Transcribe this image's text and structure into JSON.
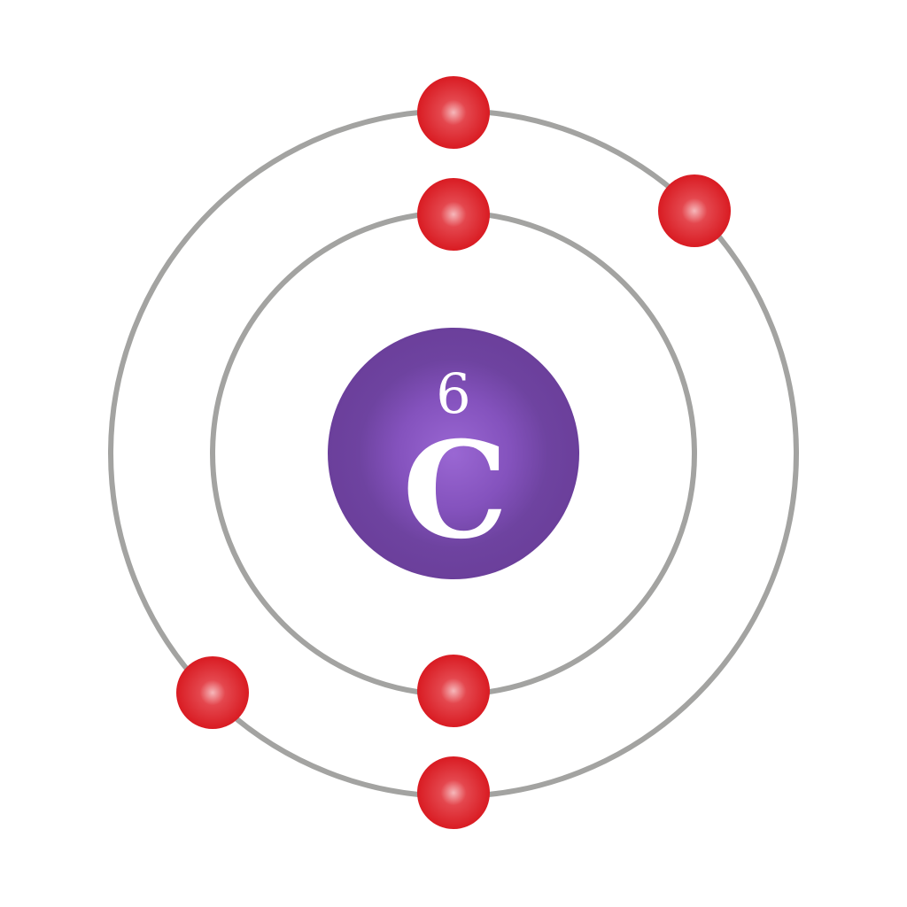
{
  "nucleus": {
    "atomic_number": "6",
    "symbol": "C",
    "color": "#6b3f9b",
    "highlight_color": "#8f5cc8"
  },
  "shells": [
    {
      "shell": "inner",
      "electron_count": 2
    },
    {
      "shell": "outer",
      "electron_count": 4
    }
  ],
  "colors": {
    "orbit": "#a3a3a1",
    "electron": "#d91b22",
    "electron_highlight": "#f2a8ac",
    "background": "#ffffff"
  }
}
